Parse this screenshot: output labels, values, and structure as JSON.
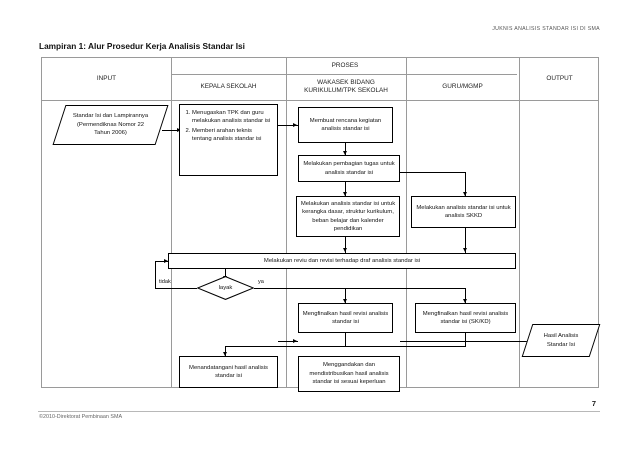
{
  "page": {
    "running_header": "JUKNIS ANALISIS STANDAR ISI DI SMA",
    "title": "Lampiran 1: Alur Prosedur Kerja Analisis Standar Isi",
    "page_number": "7",
    "footer": "©2010-Direktorat Pembinaan SMA"
  },
  "table_header": {
    "input": "INPUT",
    "proses": "PROSES",
    "kepala_sekolah": "KEPALA SEKOLAH",
    "wakasek": "WAKASEK BIDANG\nKURIKULUM/TPK SEKOLAH",
    "wakasek_line1": "WAKASEK BIDANG",
    "wakasek_line2": "KURIKULUM/TPK SEKOLAH",
    "guru": "GURU/MGMP",
    "output": "OUTPUT"
  },
  "flow": {
    "input_doc_line1": "Standar Isi dan Lampirannya",
    "input_doc_line2": "(Permendiknas Nomor  22",
    "input_doc_line3": "Tahun 2006)",
    "ks_task_1": "Menugaskan TPK dan guru melakukan analisis standar isi",
    "ks_task_2": "Memberi arahan teknis tentang analisis standar isi",
    "plan": "Membuat rencana kegiatan analisis standar isi",
    "divide_tasks": "Melakukan pembagian tugas untuk analisis standar isi",
    "analysis_framework": "Melakukan analisis standar isi untuk kerangka dasar, struktur kurikulum, beban belajar dan kalender pendidikan",
    "analysis_skkd": "Melakukan analisis standar isi untuk analisis SKKD",
    "review": "Melakukan reviu dan revisi terhadap draf analisis standar isi",
    "decision": "layak",
    "decision_no": "tidak",
    "decision_yes": "ya",
    "finalize_isi": "Mengfinalkan hasil revisi analisis standar isi",
    "finalize_skkd": "Mengfinalkan hasil revisi analisis standar isi (SK/KD)",
    "sign": "Menandatangani hasil analisis standar isi",
    "distribute": "Menggandakan dan mendistribusikan  hasil analisis standar isi sesuai keperluan",
    "output_doc_line1": "Hasil Analisis",
    "output_doc_line2": "Standar Isi"
  }
}
